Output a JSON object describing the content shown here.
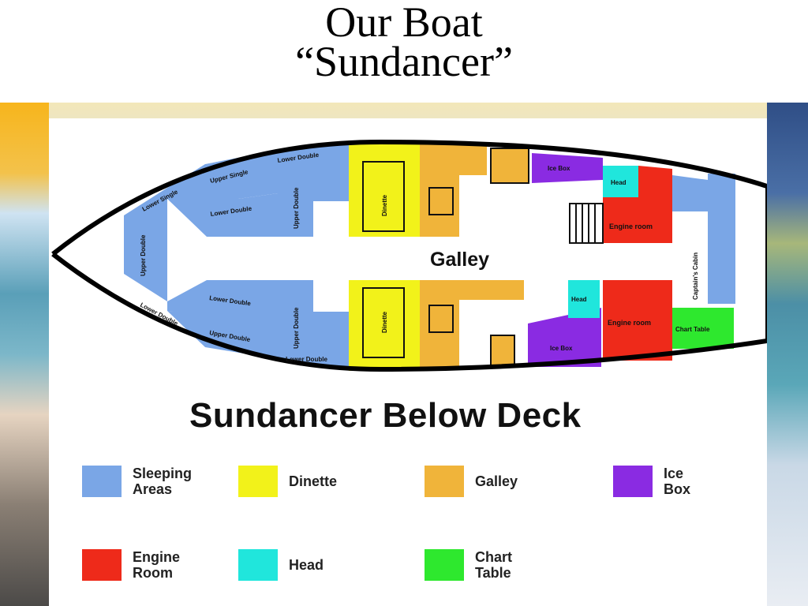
{
  "slide": {
    "title_line1": "Our Boat",
    "title_line2": "“Sundancer”"
  },
  "colors": {
    "sleeping": "#7aa6e6",
    "dinette": "#f2f21a",
    "galley": "#f0b43a",
    "icebox": "#8a2be2",
    "engine": "#ee2a1a",
    "head": "#20e6dc",
    "chart_table": "#2ee82e",
    "hull_outline": "#000000"
  },
  "plan": {
    "galley_label": "Galley",
    "rooms": {
      "lower_single": "Lower Single",
      "upper_single": "Upper Single",
      "lower_double_port_top": "Lower Double",
      "lower_double_port_mid": "Lower Double",
      "upper_double_port_vertical": "Upper Double",
      "upper_double_bow": "Upper Double",
      "dinette_port": "Dinette",
      "ice_box_port": "Ice Box",
      "head_port": "Head",
      "engine_room_port": "Engine room",
      "captains_cabin": "Captain's Cabin",
      "lower_double_stbd_bow": "Lower Double",
      "lower_double_stbd_mid": "Lower Double",
      "upper_double_stbd_mid": "Upper Double",
      "upper_double_stbd_vertical": "Upper Double",
      "lower_double_stbd_bottom": "Lower Double",
      "dinette_stbd": "Dinette",
      "head_stbd": "Head",
      "engine_room_stbd": "Engine room",
      "chart_table": "Chart Table",
      "ice_box_stbd": "Ice Box"
    }
  },
  "legend": {
    "title": "Sundancer Below Deck",
    "items": [
      {
        "key": "sleeping",
        "label": "Sleeping Areas"
      },
      {
        "key": "dinette",
        "label": "Dinette"
      },
      {
        "key": "galley",
        "label": "Galley"
      },
      {
        "key": "icebox",
        "label": "Ice Box"
      },
      {
        "key": "engine",
        "label": "Engine Room"
      },
      {
        "key": "head",
        "label": "Head"
      },
      {
        "key": "chart_table",
        "label": "Chart Table"
      }
    ]
  }
}
